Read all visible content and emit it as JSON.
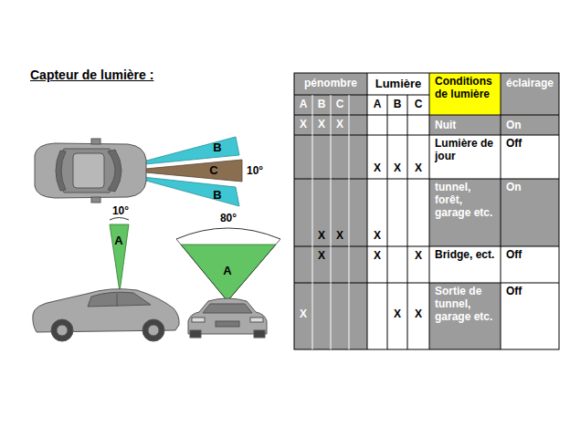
{
  "diagram": {
    "title": "Capteur de lumière :",
    "labels": [
      "B",
      "C",
      "10°",
      "B",
      "10°",
      "A",
      "80°",
      "A",
      "pénombre",
      "Lumière",
      "Conditions de lumière",
      "éclairage",
      "A",
      "B",
      "C",
      "A",
      "B",
      "C",
      "X",
      "X",
      "X",
      "Nuit",
      "On",
      "X",
      "X",
      "X",
      "Lumière de jour",
      "Off",
      "X",
      "X",
      "X",
      "tunnel, forêt, garage etc.",
      "On",
      "X",
      "X",
      "X",
      "Bridge, ect.",
      "Off",
      "X",
      "X",
      "X",
      "Sortie de tunnel, garage etc.",
      "Off"
    ]
  }
}
